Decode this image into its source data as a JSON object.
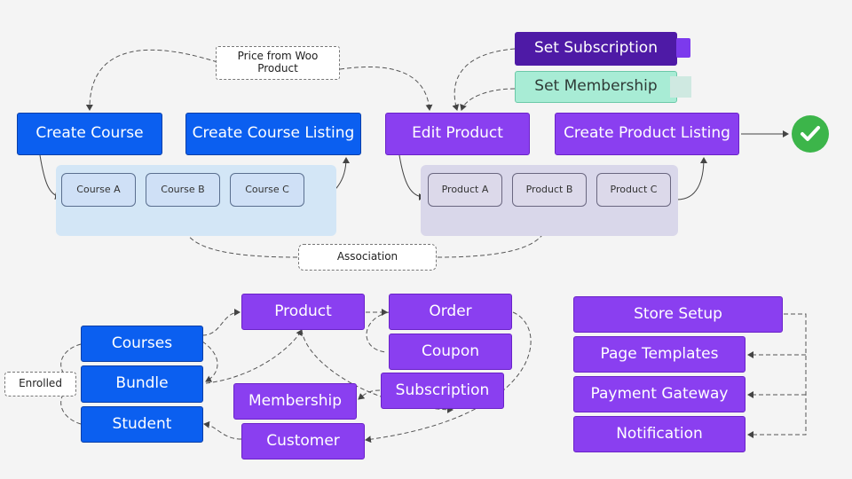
{
  "top": {
    "create_course": "Create Course",
    "create_course_listing": "Create Course Listing",
    "edit_product": "Edit Product",
    "create_product_listing": "Create Product Listing",
    "price_note": "Price from Woo Product",
    "set_subscription": "Set Subscription",
    "set_membership": "Set Membership",
    "association": "Association",
    "courses": [
      "Course A",
      "Course B",
      "Course C"
    ],
    "products": [
      "Product A",
      "Product B",
      "Product C"
    ]
  },
  "bottom_left": {
    "enrolled": "Enrolled",
    "courses": "Courses",
    "bundle": "Bundle",
    "student": "Student",
    "product": "Product",
    "membership": "Membership",
    "customer": "Customer",
    "order": "Order",
    "coupon": "Coupon",
    "subscription": "Subscription"
  },
  "bottom_right": {
    "store_setup": "Store Setup",
    "page_templates": "Page Templates",
    "payment_gateway": "Payment Gateway",
    "notification": "Notification"
  },
  "colors": {
    "blue": "#0b5ff0",
    "purple": "#8a3ff0",
    "dark_purple": "#4e1aa6",
    "mint": "#a8ecd5",
    "check_green": "#3cb54a"
  },
  "icons": [
    "check-circle-icon",
    "subscription-app-icon",
    "membership-app-icon"
  ]
}
